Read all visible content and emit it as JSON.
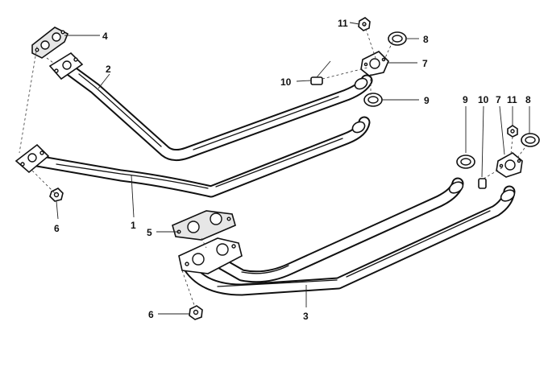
{
  "callouts": {
    "c1": "1",
    "c2": "2",
    "c3": "3",
    "c4": "4",
    "c5": "5",
    "c6a": "6",
    "c6b": "6",
    "c7a": "7",
    "c7b": "7",
    "c8a": "8",
    "c8b": "8",
    "c9a": "9",
    "c9b": "9",
    "c10a": "10",
    "c10b": "10",
    "c11a": "11",
    "c11b": "11"
  }
}
